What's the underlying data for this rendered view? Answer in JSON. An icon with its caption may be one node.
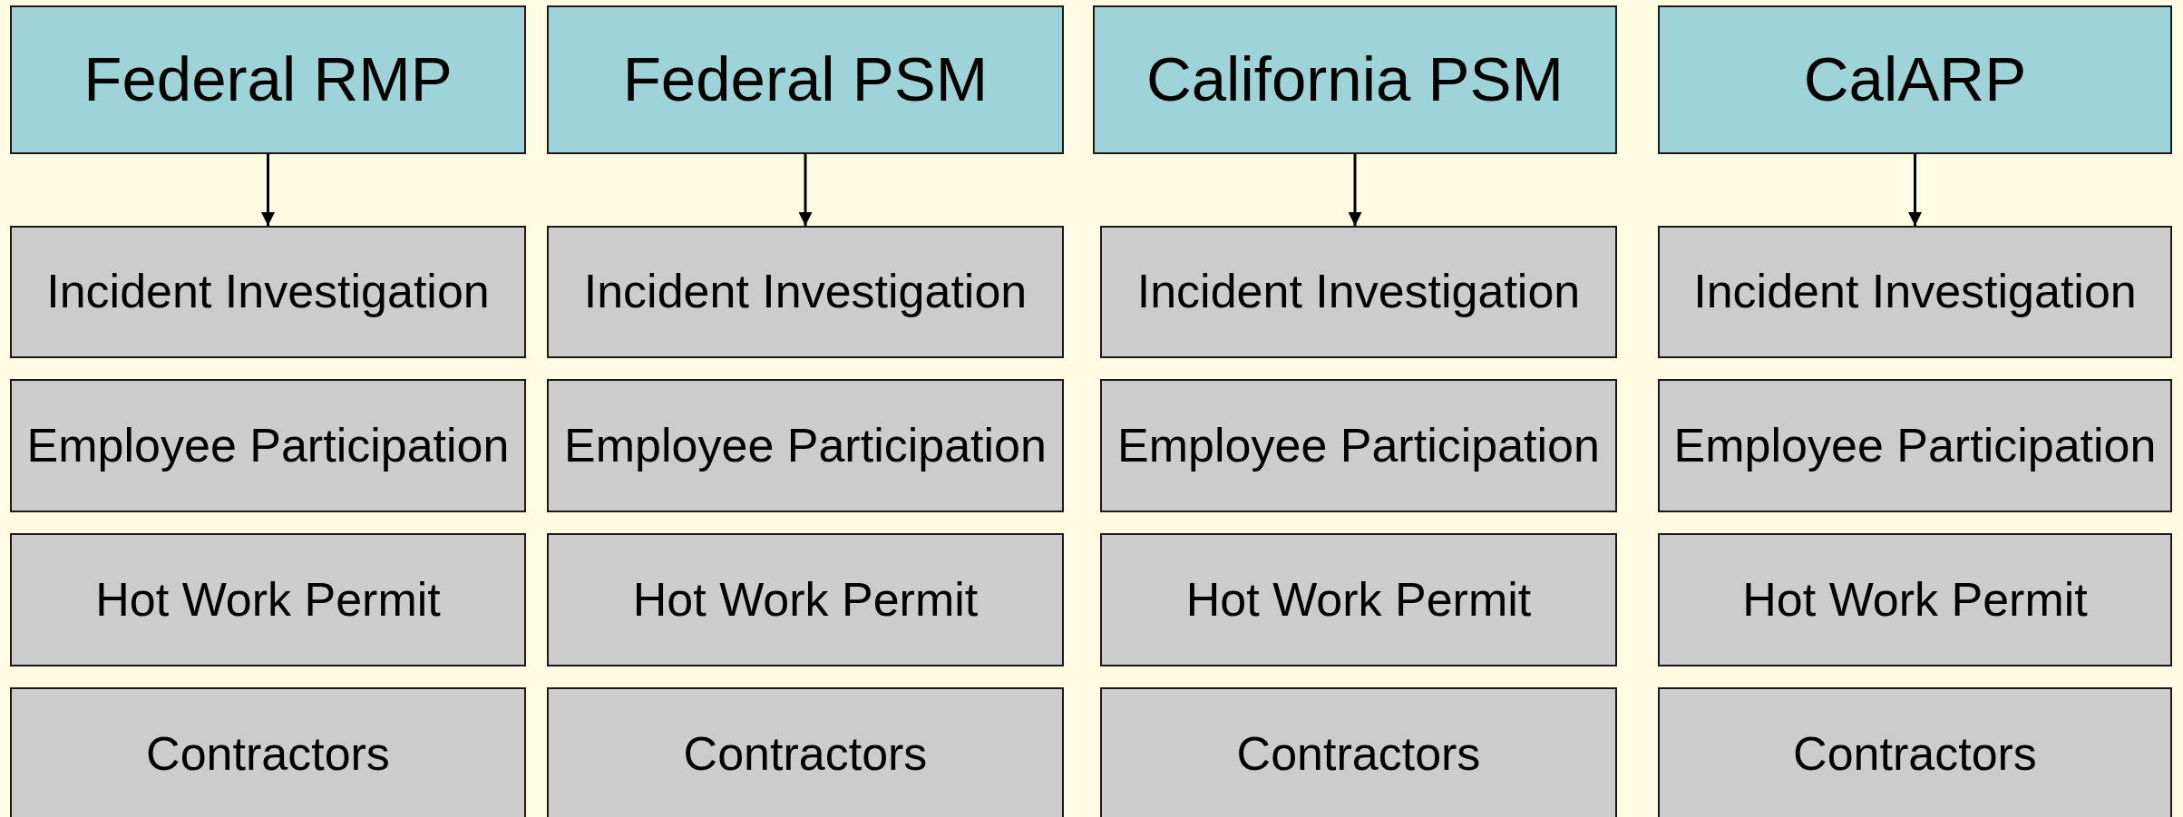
{
  "diagram": {
    "nodes": [
      {
        "text": [
          "Federal RMP"
        ]
      },
      {
        "text": [
          "Federal PSM"
        ]
      },
      {
        "text": [
          "California PSM"
        ]
      },
      {
        "text": [
          "CalARP"
        ]
      },
      {
        "text": [
          "Incident Investigation"
        ]
      },
      {
        "text": [
          "Incident Investigation"
        ]
      },
      {
        "text": [
          "Incident Investigation"
        ]
      },
      {
        "text": [
          "Incident Investigation"
        ]
      },
      {
        "text": [
          "Employee Participation"
        ]
      },
      {
        "text": [
          "Employee Participation"
        ]
      },
      {
        "text": [
          "Employee Participation"
        ]
      },
      {
        "text": [
          "Employee Participation"
        ]
      },
      {
        "text": [
          "Hot Work Permit"
        ]
      },
      {
        "text": [
          "Hot Work Permit"
        ]
      },
      {
        "text": [
          "Hot Work Permit"
        ]
      },
      {
        "text": [
          "Hot Work Permit"
        ]
      },
      {
        "text": [
          "Contractors"
        ]
      },
      {
        "text": [
          "Contractors"
        ]
      },
      {
        "text": [
          "Contractors"
        ]
      },
      {
        "text": [
          "Contractors"
        ]
      }
    ],
    "edges": [
      {
        "from": 0,
        "to": 4,
        "arrow": "to"
      },
      {
        "from": 1,
        "to": 5,
        "arrow": "to"
      },
      {
        "from": 2,
        "to": 6,
        "arrow": "to"
      },
      {
        "from": 3,
        "to": 7,
        "arrow": "to"
      }
    ]
  }
}
